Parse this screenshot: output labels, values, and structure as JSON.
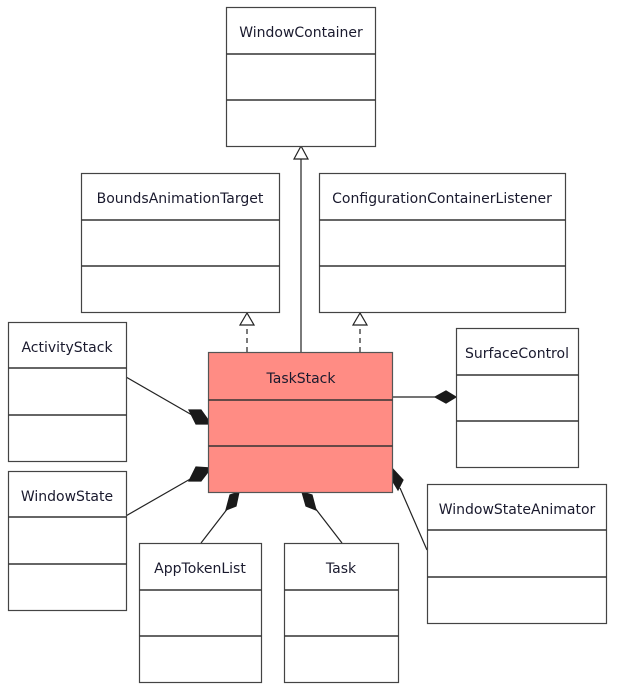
{
  "diagram": {
    "type": "uml-class-diagram",
    "highlight_color": "#FF8C84",
    "classes": [
      {
        "id": "WindowContainer",
        "name": "WindowContainer",
        "highlighted": false
      },
      {
        "id": "BoundsAnimationTarget",
        "name": "BoundsAnimationTarget",
        "highlighted": false
      },
      {
        "id": "ConfigurationContainerListener",
        "name": "ConfigurationContainerListener",
        "highlighted": false
      },
      {
        "id": "ActivityStack",
        "name": "ActivityStack",
        "highlighted": false
      },
      {
        "id": "TaskStack",
        "name": "TaskStack",
        "highlighted": true
      },
      {
        "id": "SurfaceControl",
        "name": "SurfaceControl",
        "highlighted": false
      },
      {
        "id": "WindowState",
        "name": "WindowState",
        "highlighted": false
      },
      {
        "id": "AppTokenList",
        "name": "AppTokenList",
        "highlighted": false
      },
      {
        "id": "Task",
        "name": "Task",
        "highlighted": false
      },
      {
        "id": "WindowStateAnimator",
        "name": "WindowStateAnimator",
        "highlighted": false
      }
    ],
    "relations": [
      {
        "type": "generalization",
        "from": "TaskStack",
        "to": "WindowContainer"
      },
      {
        "type": "realization",
        "from": "TaskStack",
        "to": "BoundsAnimationTarget"
      },
      {
        "type": "realization",
        "from": "TaskStack",
        "to": "ConfigurationContainerListener"
      },
      {
        "type": "composition",
        "whole": "TaskStack",
        "part": "ActivityStack"
      },
      {
        "type": "composition",
        "whole": "TaskStack",
        "part": "WindowState"
      },
      {
        "type": "composition",
        "whole": "TaskStack",
        "part": "AppTokenList"
      },
      {
        "type": "composition",
        "whole": "TaskStack",
        "part": "Task"
      },
      {
        "type": "composition",
        "whole": "TaskStack",
        "part": "WindowStateAnimator"
      },
      {
        "type": "composition",
        "whole": "SurfaceControl",
        "part": "TaskStack"
      }
    ]
  }
}
